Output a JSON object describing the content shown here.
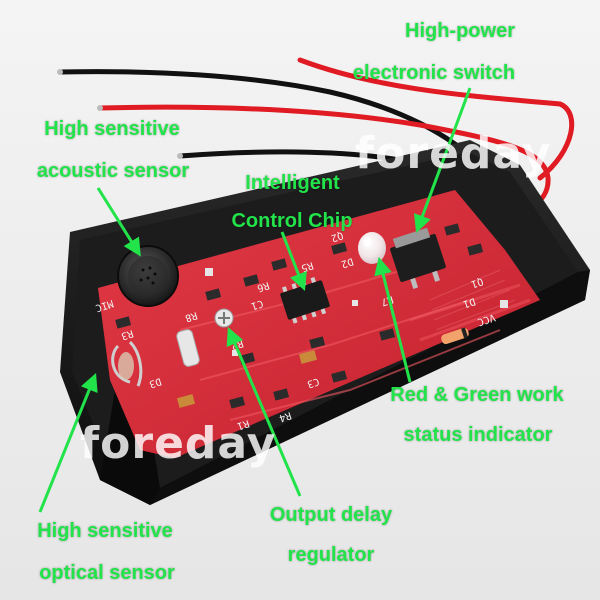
{
  "watermark": "foreday",
  "labels": {
    "switch_line1": "High-power",
    "switch_line2": "electronic switch",
    "acoustic_line1": "High sensitive",
    "acoustic_line2": "acoustic sensor",
    "chip_line1": "Intelligent",
    "chip_line2": "Control Chip",
    "indicator_line1": "Red & Green work",
    "indicator_line2": "status indicator",
    "optical_line1": "High sensitive",
    "optical_line2": "optical sensor",
    "delay_line1": "Output delay",
    "delay_line2": "regulator"
  },
  "board_silkscreen": [
    "MIC",
    "R8",
    "R3",
    "R2",
    "C1",
    "R6",
    "R5",
    "Q2",
    "D2",
    "C3",
    "D3",
    "R4",
    "R1",
    "R7",
    "VCC",
    "Q1",
    "D1"
  ],
  "colors": {
    "label_green": "#22e34a",
    "pcb_red": "#d8303c",
    "case_black": "#151515",
    "wire_red": "#e01b24",
    "wire_black": "#111111"
  }
}
